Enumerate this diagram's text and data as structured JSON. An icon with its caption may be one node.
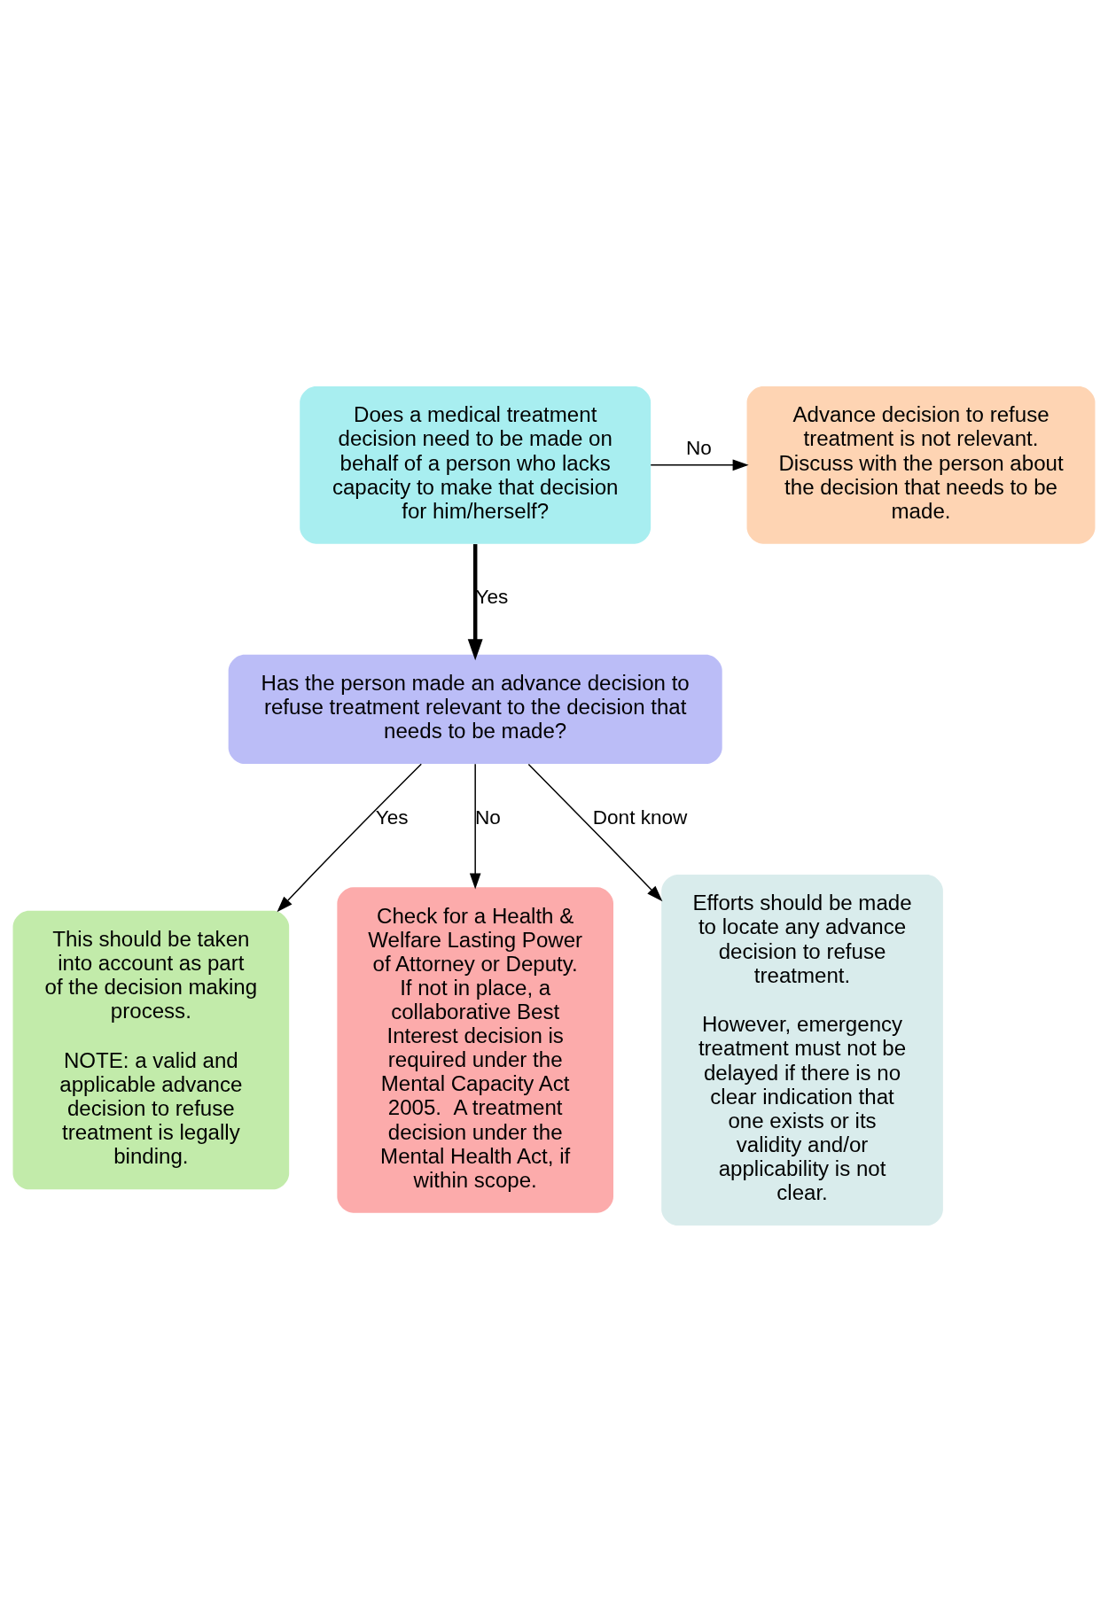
{
  "diagram": {
    "nodes": [
      {
        "text": [
          "Does a medical treatment decision need to be made on behalf of a person who lacks capacity to make that decision for him/herself?"
        ]
      },
      {
        "text": [
          "Advance decision to refuse treatment is not relevant. Discuss with the person about the decision that needs to be made."
        ]
      },
      {
        "text": [
          "Has the person made an advance decision to refuse treatment relevant to the decision that needs to be made?"
        ]
      },
      {
        "text": [
          "This should be taken into account as part of the decision making process.",
          "NOTE: a valid and applicable advance decision to refuse treatment is legally binding."
        ]
      },
      {
        "text": [
          "Check for a Health & Welfare Lasting Power of Attorney or Deputy. If not in place, a collaborative Best Interest decision is required under the Mental Capacity Act 2005.  A treatment decision under the Mental Health Act, if within scope."
        ]
      },
      {
        "text": [
          "Efforts should be made to locate any advance decision to refuse treatment.",
          "However, emergency treatment must not be delayed if there is no clear indication that one exists or its validity and/or applicability is not clear."
        ]
      }
    ],
    "edges": [
      {
        "from": 0,
        "to": 1,
        "arrow": "to",
        "label": "No"
      },
      {
        "from": 0,
        "to": 2,
        "arrow": "to",
        "label": "Yes",
        "style": "thick"
      },
      {
        "from": 2,
        "to": 3,
        "arrow": "to",
        "label": "Yes"
      },
      {
        "from": 2,
        "to": 4,
        "arrow": "to",
        "label": "No"
      },
      {
        "from": 2,
        "to": 5,
        "arrow": "to",
        "label": "Dont know"
      }
    ]
  }
}
